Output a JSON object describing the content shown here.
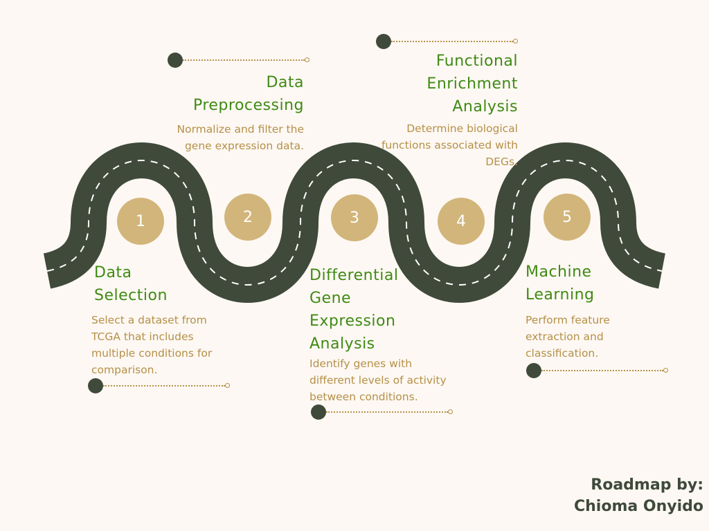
{
  "colors": {
    "road": "#3f4a3a",
    "accent": "#d2b57a",
    "title": "#3f8a14",
    "description": "#b59048",
    "background": "#fdf8f3"
  },
  "steps": [
    {
      "number": "1",
      "title": "Data\nSelection",
      "description": "Select a dataset from\nTCGA that includes\nmultiple conditions for\ncomparison."
    },
    {
      "number": "2",
      "title": "Data\nPreprocessing",
      "description": "Normalize and filter the\ngene expression data."
    },
    {
      "number": "3",
      "title": "Differential\nGene\nExpression\nAnalysis",
      "description": "Identify genes with\ndifferent levels of activity\nbetween conditions."
    },
    {
      "number": "4",
      "title": "Functional\nEnrichment\nAnalysis",
      "description": "Determine biological\nfunctions associated with\nDEGs."
    },
    {
      "number": "5",
      "title": "Machine\nLearning",
      "description": "Perform feature\nextraction and\nclassification."
    }
  ],
  "credit": "Roadmap by:\nChioma Onyido"
}
